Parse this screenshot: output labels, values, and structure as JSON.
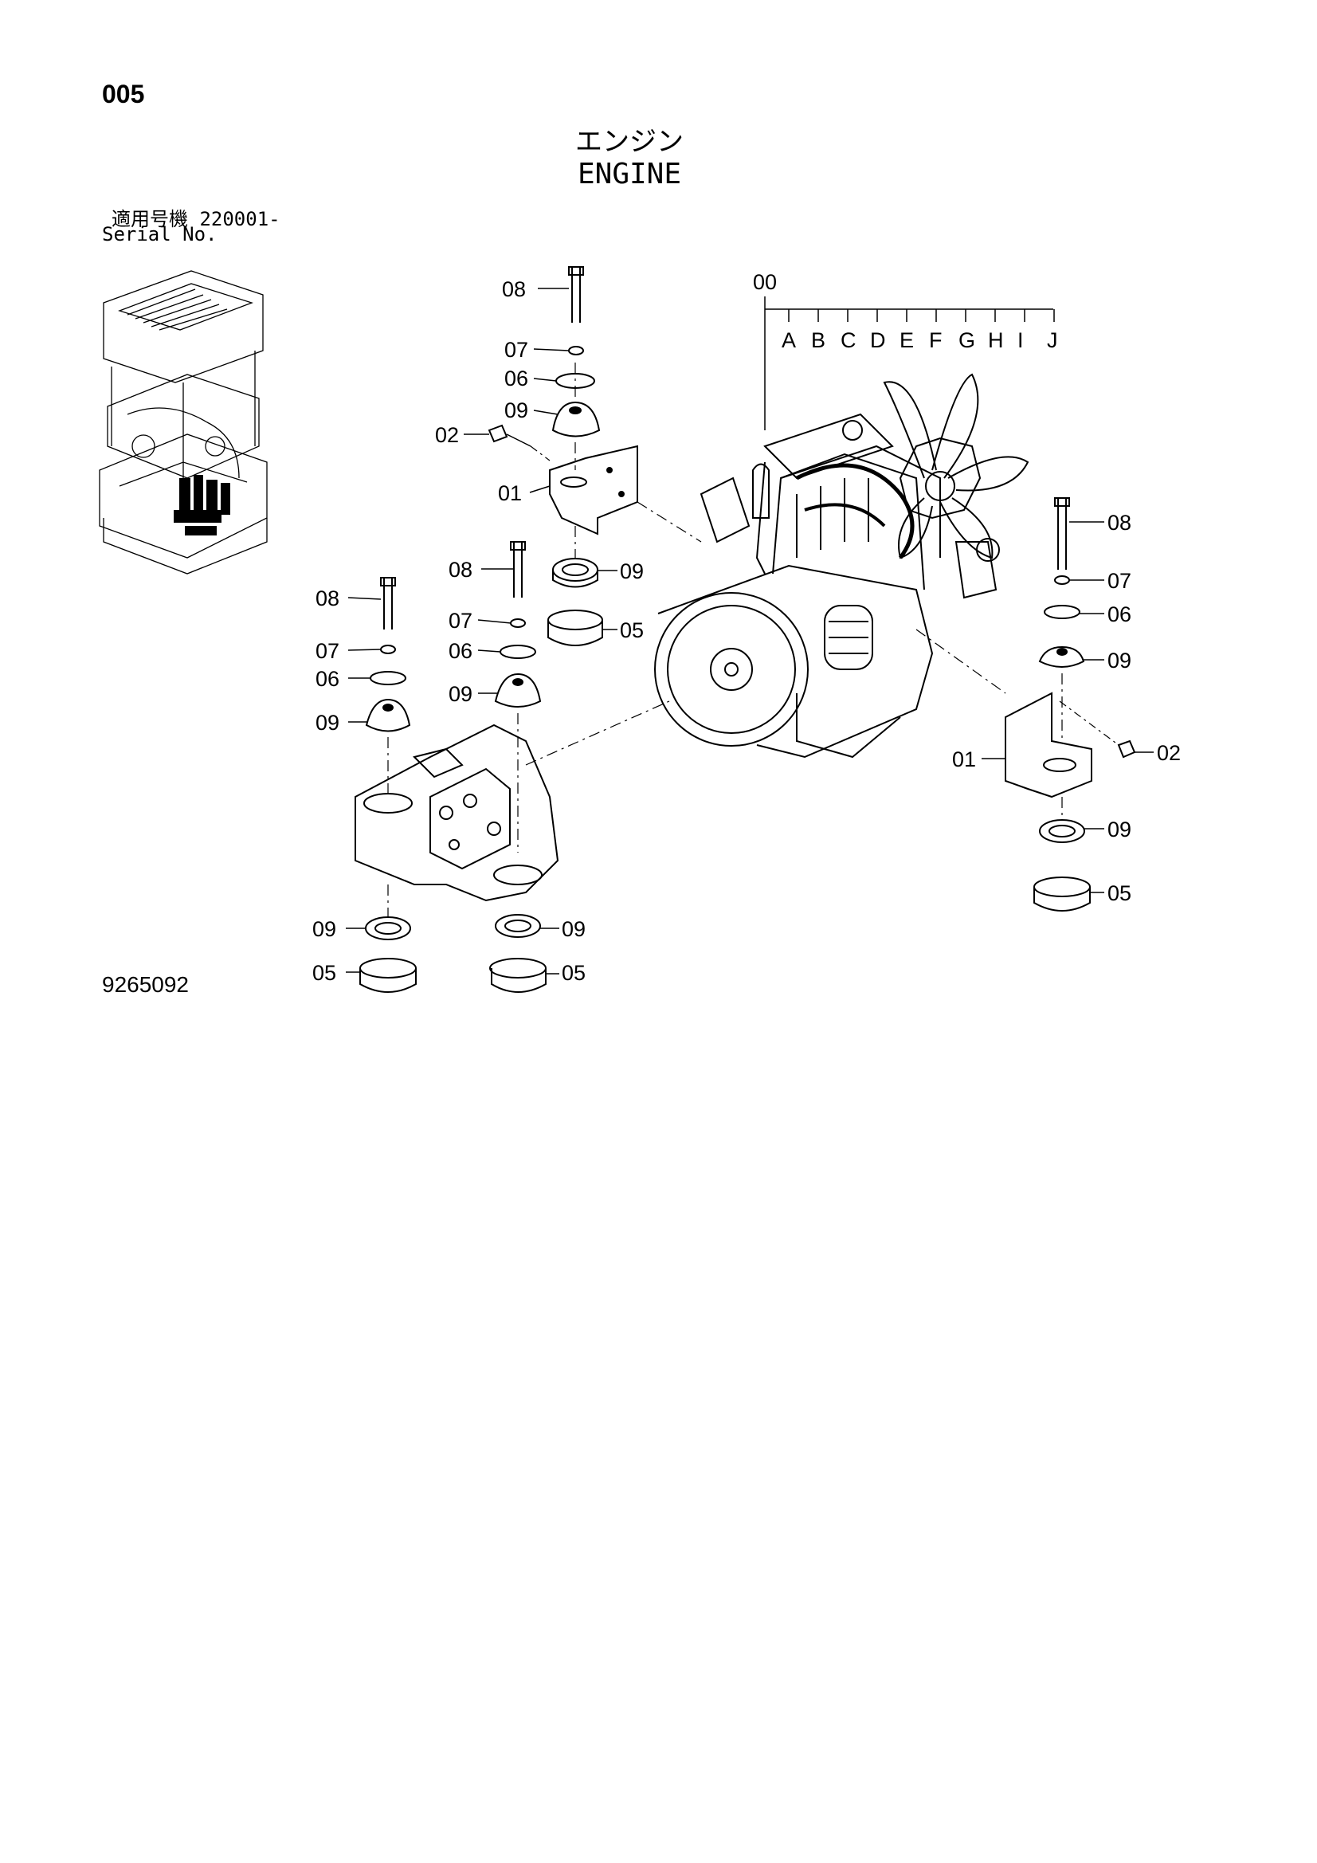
{
  "page_number": "005",
  "title_ja": "エンジン",
  "title_en": "ENGINE",
  "serial_label_ja": "適用号機  220001-",
  "serial_label_en": "Serial No.",
  "figure_number": "9265092",
  "assembly_callout": "00",
  "sub_parts": [
    "A",
    "B",
    "C",
    "D",
    "E",
    "F",
    "G",
    "H",
    "I",
    "J"
  ],
  "callouts": {
    "c08_top": "08",
    "c07_top": "07",
    "c06_top": "06",
    "c09_top": "09",
    "c02_left": "02",
    "c01_left": "01",
    "c08_mid": "08",
    "c09_mid_right": "09",
    "c07_mid": "07",
    "c05_mid_right": "05",
    "c06_mid": "06",
    "c09_mid": "09",
    "c08_left": "08",
    "c07_left": "07",
    "c06_left": "06",
    "c09_left": "09",
    "c09_lowleft": "09",
    "c05_lowleft": "05",
    "c09_lowmid": "09",
    "c05_lowmid": "05",
    "c08_right": "08",
    "c07_right": "07",
    "c06_right": "06",
    "c09_right": "09",
    "c02_right": "02",
    "c01_right": "01",
    "c09_right_low": "09",
    "c05_right_low": "05"
  }
}
